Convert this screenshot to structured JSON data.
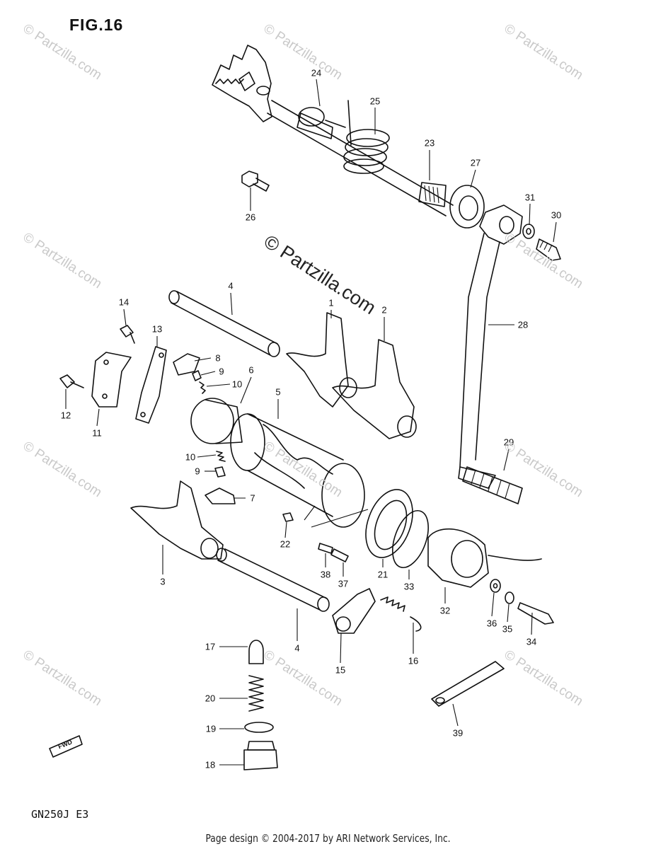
{
  "figure": {
    "title": "FIG.16",
    "model": "GN250J E3",
    "footer": "Page design © 2004-2017 by ARI Network Services, Inc.",
    "watermark": "© Partzilla.com",
    "fwd_label": "FWD"
  },
  "labels": [
    {
      "id": "1",
      "text": "1"
    },
    {
      "id": "2",
      "text": "2"
    },
    {
      "id": "3",
      "text": "3"
    },
    {
      "id": "4a",
      "text": "4"
    },
    {
      "id": "4b",
      "text": "4"
    },
    {
      "id": "5",
      "text": "5"
    },
    {
      "id": "6",
      "text": "6"
    },
    {
      "id": "7",
      "text": "7"
    },
    {
      "id": "8",
      "text": "8"
    },
    {
      "id": "9a",
      "text": "9"
    },
    {
      "id": "9b",
      "text": "9"
    },
    {
      "id": "10a",
      "text": "10"
    },
    {
      "id": "10b",
      "text": "10"
    },
    {
      "id": "11",
      "text": "11"
    },
    {
      "id": "12",
      "text": "12"
    },
    {
      "id": "13",
      "text": "13"
    },
    {
      "id": "14",
      "text": "14"
    },
    {
      "id": "15",
      "text": "15"
    },
    {
      "id": "16",
      "text": "16"
    },
    {
      "id": "17",
      "text": "17"
    },
    {
      "id": "18",
      "text": "18"
    },
    {
      "id": "19",
      "text": "19"
    },
    {
      "id": "20",
      "text": "20"
    },
    {
      "id": "21",
      "text": "21"
    },
    {
      "id": "22",
      "text": "22"
    },
    {
      "id": "23",
      "text": "23"
    },
    {
      "id": "24",
      "text": "24"
    },
    {
      "id": "25",
      "text": "25"
    },
    {
      "id": "26",
      "text": "26"
    },
    {
      "id": "27",
      "text": "27"
    },
    {
      "id": "28",
      "text": "28"
    },
    {
      "id": "29",
      "text": "29"
    },
    {
      "id": "30",
      "text": "30"
    },
    {
      "id": "31",
      "text": "31"
    },
    {
      "id": "32",
      "text": "32"
    },
    {
      "id": "33",
      "text": "33"
    },
    {
      "id": "34",
      "text": "34"
    },
    {
      "id": "35",
      "text": "35"
    },
    {
      "id": "36",
      "text": "36"
    },
    {
      "id": "37",
      "text": "37"
    },
    {
      "id": "38",
      "text": "38"
    },
    {
      "id": "39",
      "text": "39"
    }
  ]
}
